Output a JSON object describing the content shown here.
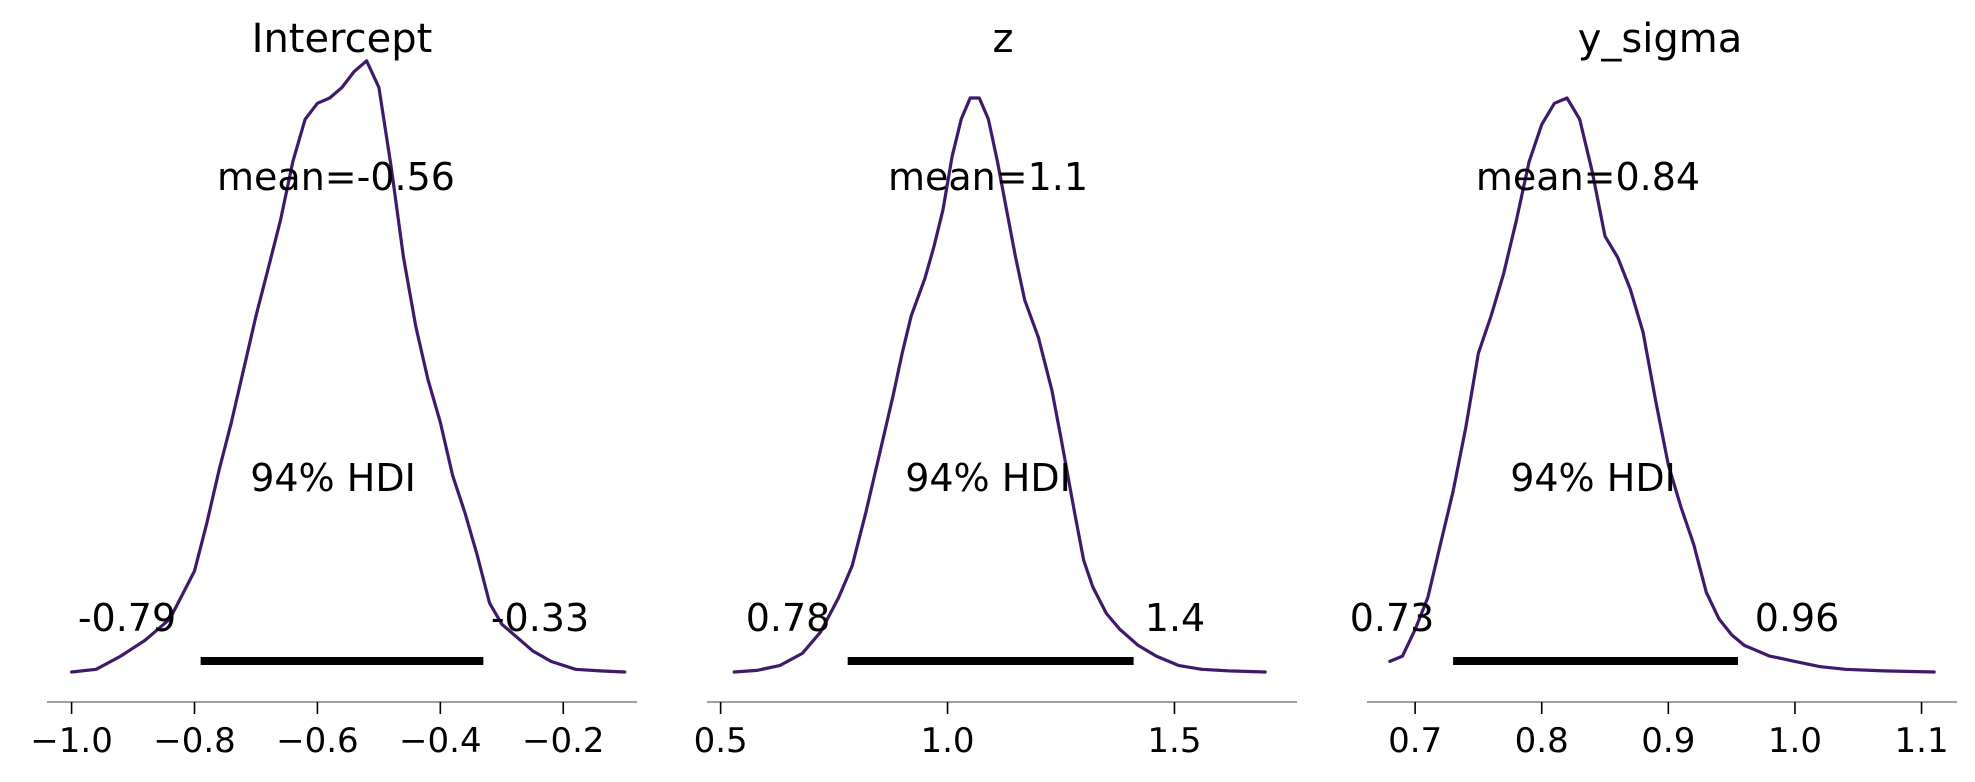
{
  "colors": {
    "line": "#3f1a6b",
    "hdi_bar": "#000000",
    "axis": "#808080"
  },
  "chart_data": [
    {
      "type": "line",
      "title": "Intercept",
      "mean_label": "mean=-0.56",
      "hdi_label": "94% HDI",
      "hdi_low_label": "-0.79",
      "hdi_high_label": "-0.33",
      "hdi": [
        -0.79,
        -0.33
      ],
      "xlim": [
        -1.04,
        -0.08
      ],
      "ylim": [
        0,
        1.05
      ],
      "xticks": [
        -1.0,
        -0.8,
        -0.6,
        -0.4,
        -0.2
      ],
      "xtick_labels": [
        "−1.0",
        "−0.8",
        "−0.6",
        "−0.4",
        "−0.2"
      ],
      "x": [
        -1.0,
        -0.96,
        -0.92,
        -0.88,
        -0.84,
        -0.8,
        -0.78,
        -0.76,
        -0.74,
        -0.72,
        -0.7,
        -0.68,
        -0.66,
        -0.64,
        -0.62,
        -0.6,
        -0.58,
        -0.56,
        -0.54,
        -0.52,
        -0.5,
        -0.48,
        -0.46,
        -0.44,
        -0.42,
        -0.4,
        -0.38,
        -0.36,
        -0.34,
        -0.32,
        -0.3,
        -0.28,
        -0.25,
        -0.22,
        -0.18,
        -0.14,
        -0.1
      ],
      "y": [
        0.0,
        0.005,
        0.03,
        0.06,
        0.1,
        0.19,
        0.28,
        0.38,
        0.47,
        0.57,
        0.67,
        0.76,
        0.85,
        0.96,
        1.04,
        1.07,
        1.08,
        1.1,
        1.13,
        1.15,
        1.1,
        0.95,
        0.78,
        0.65,
        0.55,
        0.47,
        0.37,
        0.3,
        0.22,
        0.13,
        0.09,
        0.07,
        0.04,
        0.02,
        0.005,
        0.002,
        0.0
      ]
    },
    {
      "type": "line",
      "title": "z",
      "mean_label": "mean=1.1",
      "hdi_label": "94% HDI",
      "hdi_low_label": "0.78",
      "hdi_high_label": "1.4",
      "hdi": [
        0.78,
        1.41
      ],
      "xlim": [
        0.47,
        1.77
      ],
      "ylim": [
        0,
        1.05
      ],
      "xticks": [
        0.5,
        1.0,
        1.5
      ],
      "xtick_labels": [
        "0.5",
        "1.0",
        "1.5"
      ],
      "x": [
        0.53,
        0.58,
        0.63,
        0.68,
        0.72,
        0.76,
        0.79,
        0.82,
        0.85,
        0.88,
        0.9,
        0.92,
        0.95,
        0.97,
        0.99,
        1.01,
        1.03,
        1.05,
        1.07,
        1.09,
        1.11,
        1.13,
        1.15,
        1.17,
        1.2,
        1.23,
        1.25,
        1.28,
        1.3,
        1.32,
        1.35,
        1.38,
        1.42,
        1.46,
        1.51,
        1.56,
        1.62,
        1.7
      ],
      "y": [
        0.0,
        0.003,
        0.012,
        0.035,
        0.075,
        0.14,
        0.2,
        0.3,
        0.41,
        0.52,
        0.6,
        0.67,
        0.74,
        0.8,
        0.87,
        0.97,
        1.04,
        1.08,
        1.08,
        1.04,
        0.96,
        0.87,
        0.78,
        0.7,
        0.63,
        0.53,
        0.44,
        0.3,
        0.21,
        0.16,
        0.11,
        0.08,
        0.05,
        0.03,
        0.012,
        0.005,
        0.002,
        0.0
      ]
    },
    {
      "type": "line",
      "title": "y_sigma",
      "mean_label": "mean=0.84",
      "hdi_label": "94% HDI",
      "hdi_low_label": "0.73",
      "hdi_high_label": "0.96",
      "hdi": [
        0.73,
        0.955
      ],
      "xlim": [
        0.662,
        1.128
      ],
      "ylim": [
        0,
        1.05
      ],
      "xticks": [
        0.7,
        0.8,
        0.9,
        1.0,
        1.1
      ],
      "xtick_labels": [
        "0.7",
        "0.8",
        "0.9",
        "1.0",
        "1.1"
      ],
      "x": [
        0.68,
        0.69,
        0.7,
        0.71,
        0.72,
        0.73,
        0.74,
        0.75,
        0.76,
        0.77,
        0.78,
        0.79,
        0.8,
        0.81,
        0.82,
        0.83,
        0.84,
        0.85,
        0.86,
        0.87,
        0.88,
        0.89,
        0.9,
        0.91,
        0.92,
        0.93,
        0.94,
        0.95,
        0.96,
        0.97,
        0.98,
        0.99,
        1.0,
        1.02,
        1.04,
        1.07,
        1.11
      ],
      "y": [
        0.02,
        0.03,
        0.08,
        0.14,
        0.24,
        0.34,
        0.46,
        0.6,
        0.67,
        0.75,
        0.85,
        0.96,
        1.03,
        1.07,
        1.08,
        1.04,
        0.94,
        0.82,
        0.78,
        0.72,
        0.64,
        0.51,
        0.39,
        0.31,
        0.24,
        0.15,
        0.1,
        0.07,
        0.05,
        0.04,
        0.03,
        0.025,
        0.02,
        0.01,
        0.005,
        0.002,
        0.0
      ]
    }
  ]
}
